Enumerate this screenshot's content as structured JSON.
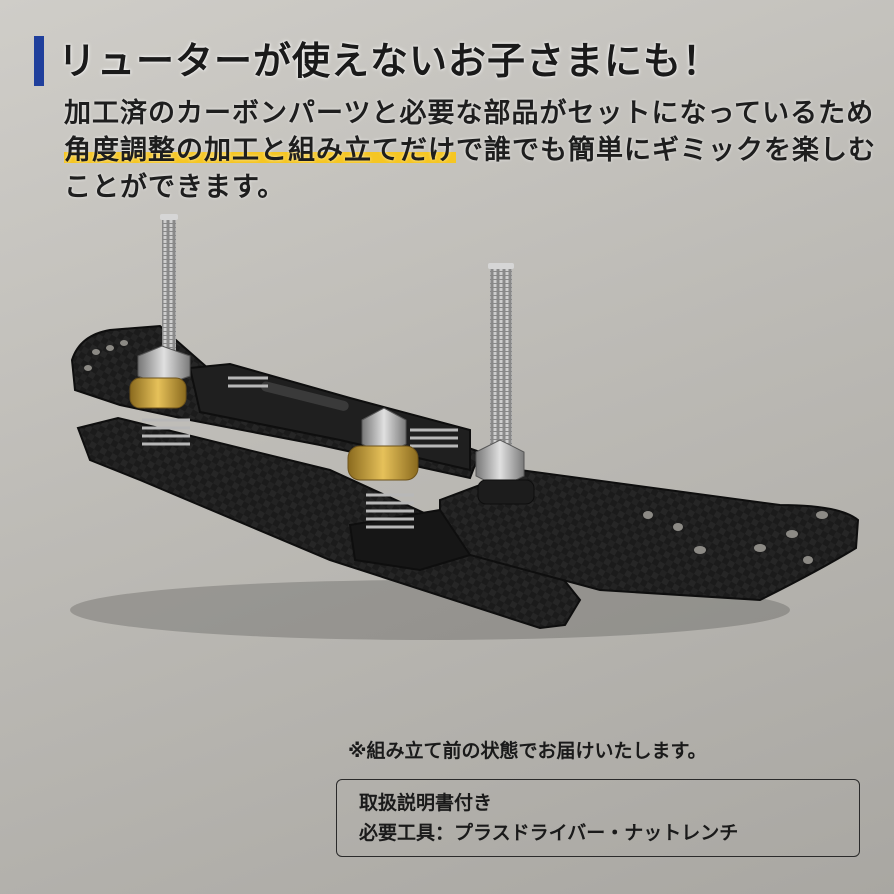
{
  "heading": {
    "text": "リューターが使えないお子さまにも！"
  },
  "description": {
    "line1": "加工済のカーボンパーツと必要な部品がセットになっているため",
    "line2_highlight": "角度調整の加工と組み立てだけ",
    "line2_rest": "で誰でも簡単にギミックを楽しむ",
    "line3": "ことができます。"
  },
  "note": "※組み立て前の状態でお届けいたします。",
  "info": {
    "line1": "取扱説明書付き",
    "line2": "必要工具：プラスドライバー・ナットレンチ"
  },
  "colors": {
    "accent_bar": "#1f3f9c",
    "highlight": "#f5c623",
    "carbon": "#1b1b1b",
    "brass": "#c9a23a"
  },
  "icons": {
    "product": "carbon-plate-gimmick-photo"
  }
}
